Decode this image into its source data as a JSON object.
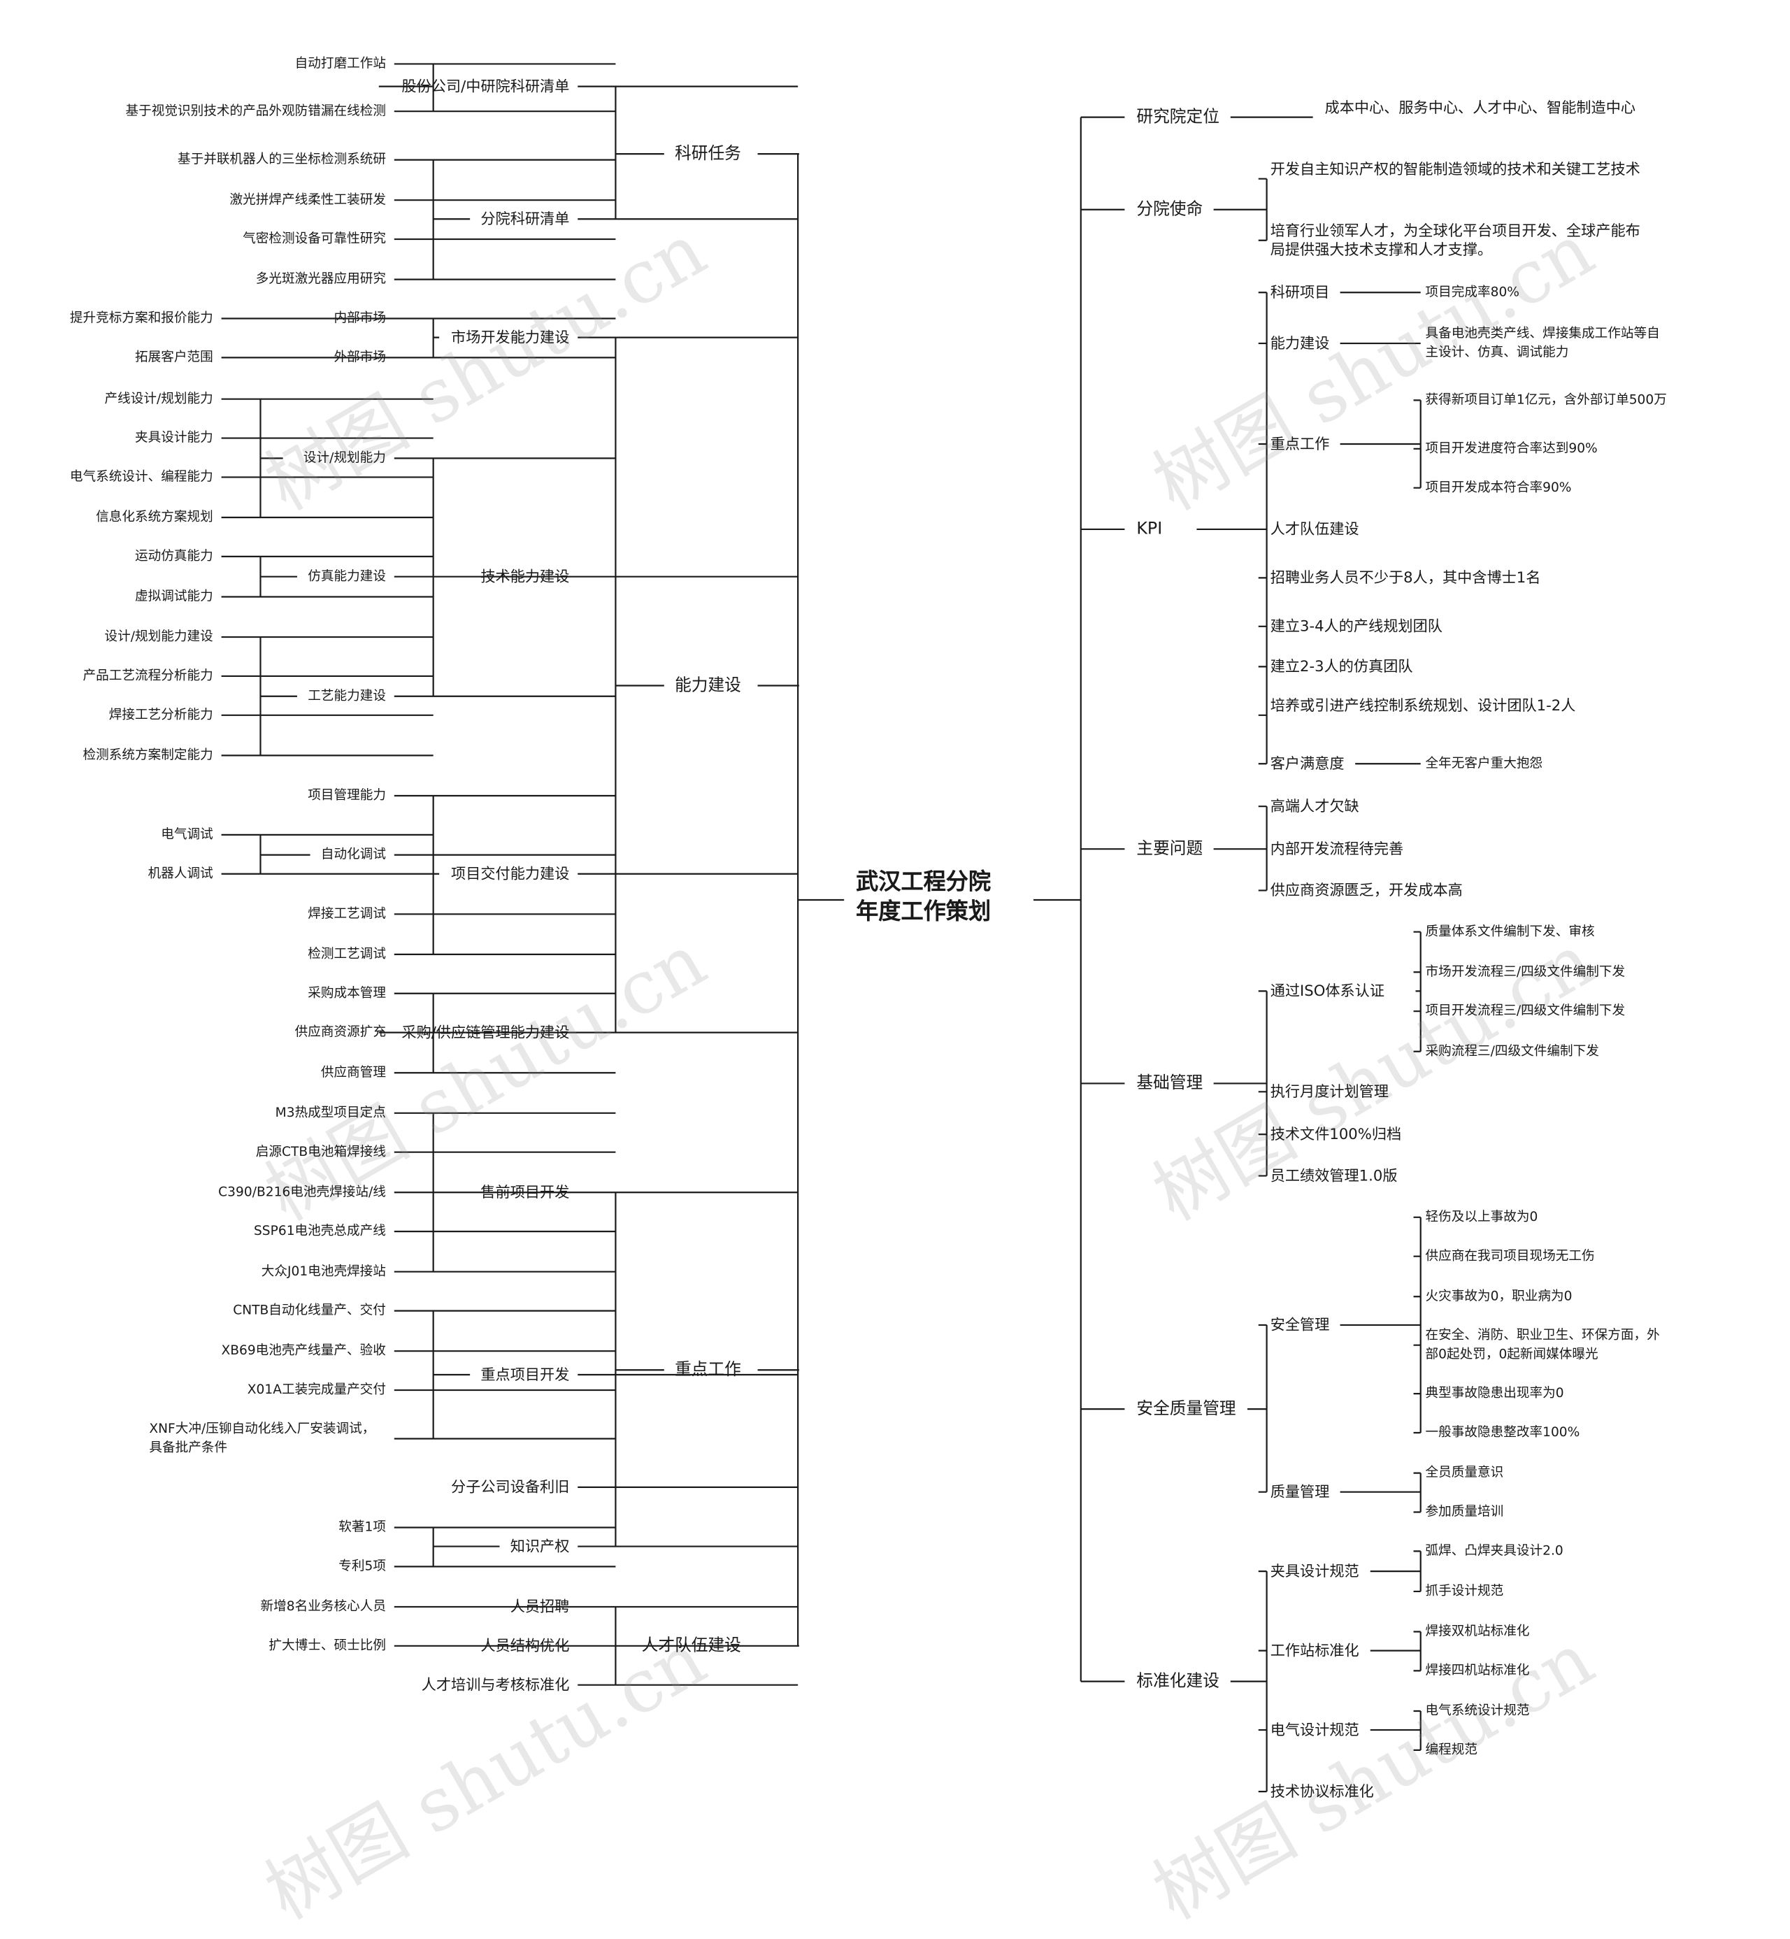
{
  "diagram": {
    "type": "mind-map",
    "root": {
      "label": "武汉工程分院\n年度工作策划"
    },
    "watermark": "树图 shutu.cn",
    "line_color": "#1a1a1a",
    "left_branches": [
      {
        "label": "科研任务",
        "children": [
          {
            "label": "股份公司/中研院科研清单",
            "children": [
              {
                "label": "自动打磨工作站"
              },
              {
                "label": "基于视觉识别技术的产品外观防错漏在线检测"
              }
            ]
          },
          {
            "label": "分院科研清单",
            "children": [
              {
                "label": "基于并联机器人的三坐标检测系统研"
              },
              {
                "label": "激光拼焊产线柔性工装研发"
              },
              {
                "label": "气密检测设备可靠性研究"
              },
              {
                "label": "多光斑激光器应用研究"
              }
            ]
          }
        ]
      },
      {
        "label": "能力建设",
        "children": [
          {
            "label": "市场开发能力建设",
            "children": [
              {
                "label": "内部市场",
                "children": [
                  {
                    "label": "提升竞标方案和报价能力"
                  }
                ]
              },
              {
                "label": "外部市场",
                "children": [
                  {
                    "label": "拓展客户范围"
                  }
                ]
              }
            ]
          },
          {
            "label": "技术能力建设",
            "children": [
              {
                "label": "设计/规划能力",
                "children": [
                  {
                    "label": "产线设计/规划能力"
                  },
                  {
                    "label": "夹具设计能力"
                  },
                  {
                    "label": "电气系统设计、编程能力"
                  },
                  {
                    "label": "信息化系统方案规划"
                  }
                ]
              },
              {
                "label": "仿真能力建设",
                "children": [
                  {
                    "label": "运动仿真能力"
                  },
                  {
                    "label": "虚拟调试能力"
                  }
                ]
              },
              {
                "label": "工艺能力建设",
                "children": [
                  {
                    "label": "设计/规划能力建设"
                  },
                  {
                    "label": "产品工艺流程分析能力"
                  },
                  {
                    "label": "焊接工艺分析能力"
                  },
                  {
                    "label": "检测系统方案制定能力"
                  }
                ]
              }
            ]
          },
          {
            "label": "项目交付能力建设",
            "children": [
              {
                "label": "项目管理能力"
              },
              {
                "label": "自动化调试",
                "children": [
                  {
                    "label": "电气调试"
                  },
                  {
                    "label": "机器人调试"
                  }
                ]
              },
              {
                "label": "焊接工艺调试"
              },
              {
                "label": "检测工艺调试"
              }
            ]
          },
          {
            "label": "采购/供应链管理能力建设",
            "children": [
              {
                "label": "采购成本管理"
              },
              {
                "label": "供应商资源扩充"
              },
              {
                "label": "供应商管理"
              }
            ]
          }
        ]
      },
      {
        "label": "重点工作",
        "children": [
          {
            "label": "售前项目开发",
            "children": [
              {
                "label": "M3热成型项目定点"
              },
              {
                "label": "启源CTB电池箱焊接线"
              },
              {
                "label": "C390/B216电池壳焊接站/线"
              },
              {
                "label": "SSP61电池壳总成产线"
              },
              {
                "label": "大众J01电池壳焊接站"
              }
            ]
          },
          {
            "label": "重点项目开发",
            "children": [
              {
                "label": "CNTB自动化线量产、交付"
              },
              {
                "label": "XB69电池壳产线量产、验收"
              },
              {
                "label": "X01A工装完成量产交付"
              },
              {
                "label": "XNF大冲/压铆自动化线入厂安装调试，具备批产条件"
              }
            ]
          },
          {
            "label": "分子公司设备利旧"
          },
          {
            "label": "知识产权",
            "children": [
              {
                "label": "软著1项"
              },
              {
                "label": "专利5项"
              }
            ]
          }
        ]
      },
      {
        "label": "人才队伍建设",
        "children": [
          {
            "label": "人员招聘",
            "children": [
              {
                "label": "新增8名业务核心人员"
              }
            ]
          },
          {
            "label": "人员结构优化",
            "children": [
              {
                "label": "扩大博士、硕士比例"
              }
            ]
          },
          {
            "label": "人才培训与考核标准化"
          }
        ]
      }
    ],
    "right_branches": [
      {
        "label": "研究院定位",
        "children": [
          {
            "label": "成本中心、服务中心、人才中心、智能制造中心"
          }
        ]
      },
      {
        "label": "分院使命",
        "children": [
          {
            "label": "开发自主知识产权的智能制造领域的技术和关键工艺技术"
          },
          {
            "label": "培育行业领军人才，为全球化平台项目开发、全球产能布局提供强大技术支撑和人才支撑。"
          }
        ]
      },
      {
        "label": "KPI",
        "children": [
          {
            "label": "科研项目",
            "children": [
              {
                "label": "项目完成率80%"
              }
            ]
          },
          {
            "label": "能力建设",
            "children": [
              {
                "label": "具备电池壳类产线、焊接集成工作站等自主设计、仿真、调试能力"
              }
            ]
          },
          {
            "label": "重点工作",
            "children": [
              {
                "label": "获得新项目订单1亿元，含外部订单500万"
              },
              {
                "label": "项目开发进度符合率达到90%"
              },
              {
                "label": "项目开发成本符合率90%"
              }
            ]
          },
          {
            "label": "人才队伍建设"
          },
          {
            "label": "招聘业务人员不少于8人，其中含博士1名"
          },
          {
            "label": "建立3-4人的产线规划团队"
          },
          {
            "label": "建立2-3人的仿真团队"
          },
          {
            "label": "培养或引进产线控制系统规划、设计团队1-2人"
          },
          {
            "label": "客户满意度",
            "children": [
              {
                "label": "全年无客户重大抱怨"
              }
            ]
          }
        ]
      },
      {
        "label": "主要问题",
        "children": [
          {
            "label": "高端人才欠缺"
          },
          {
            "label": "内部开发流程待完善"
          },
          {
            "label": "供应商资源匮乏，开发成本高"
          }
        ]
      },
      {
        "label": "基础管理",
        "children": [
          {
            "label": "通过ISO体系认证",
            "children": [
              {
                "label": "质量体系文件编制下发、审核"
              },
              {
                "label": "市场开发流程三/四级文件编制下发"
              },
              {
                "label": "项目开发流程三/四级文件编制下发"
              },
              {
                "label": "采购流程三/四级文件编制下发"
              }
            ]
          },
          {
            "label": "执行月度计划管理"
          },
          {
            "label": "技术文件100%归档"
          },
          {
            "label": "员工绩效管理1.0版"
          }
        ]
      },
      {
        "label": "安全质量管理",
        "children": [
          {
            "label": "安全管理",
            "children": [
              {
                "label": "轻伤及以上事故为0"
              },
              {
                "label": "供应商在我司项目现场无工伤"
              },
              {
                "label": "火灾事故为0，职业病为0"
              },
              {
                "label": "在安全、消防、职业卫生、环保方面，外部0起处罚，0起新闻媒体曝光"
              },
              {
                "label": "典型事故隐患出现率为0"
              },
              {
                "label": "一般事故隐患整改率100%"
              }
            ]
          },
          {
            "label": "质量管理",
            "children": [
              {
                "label": "全员质量意识"
              },
              {
                "label": "参加质量培训"
              }
            ]
          }
        ]
      },
      {
        "label": "标准化建设",
        "children": [
          {
            "label": "夹具设计规范",
            "children": [
              {
                "label": "弧焊、凸焊夹具设计2.0"
              },
              {
                "label": "抓手设计规范"
              }
            ]
          },
          {
            "label": "工作站标准化",
            "children": [
              {
                "label": "焊接双机站标准化"
              },
              {
                "label": "焊接四机站标准化"
              }
            ]
          },
          {
            "label": "电气设计规范",
            "children": [
              {
                "label": "电气系统设计规范"
              },
              {
                "label": "编程规范"
              }
            ]
          },
          {
            "label": "技术协议标准化"
          }
        ]
      }
    ]
  }
}
